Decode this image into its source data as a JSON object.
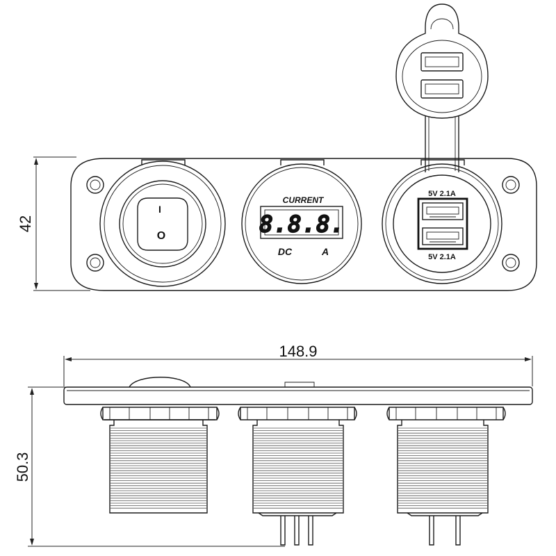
{
  "dimensions": {
    "height_top_view": "42",
    "width_side_view": "148.9",
    "height_side_view": "50.3"
  },
  "voltmeter": {
    "title": "CURRENT",
    "display": "8.8.8.",
    "left_label": "DC",
    "right_label": "A"
  },
  "switch": {
    "on_mark": "I",
    "off_mark": "O"
  },
  "usb_socket": {
    "upper_rating": "5V  2.1A",
    "lower_rating": "5V  2.1A"
  }
}
